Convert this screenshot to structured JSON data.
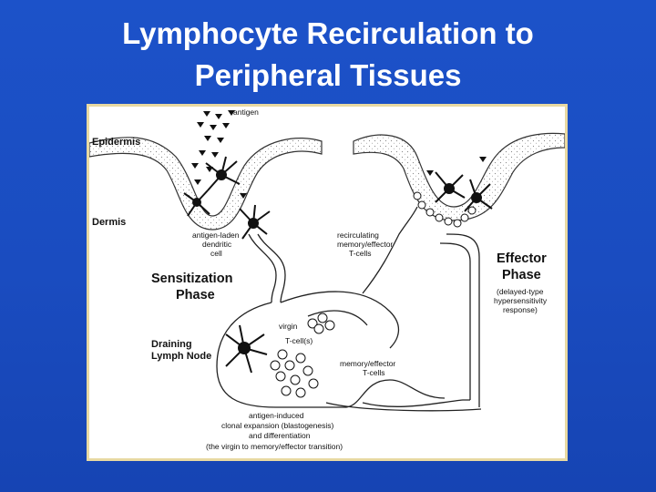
{
  "slide": {
    "title_line1": "Lymphocyte Recirculation to",
    "title_line2": "Peripheral Tissues"
  },
  "diagram": {
    "antigen": "antigen",
    "epidermis": "Epidermis",
    "dermis": "Dermis",
    "dendritic_line1": "antigen-laden",
    "dendritic_line2": "dendritic",
    "dendritic_line3": "cell",
    "sensitization_line1": "Sensitization",
    "sensitization_line2": "Phase",
    "draining_line1": "Draining",
    "draining_line2": "Lymph Node",
    "recirc_line1": "recirculating",
    "recirc_line2": "memory/effector",
    "recirc_line3": "T-cells",
    "effector_line1": "Effector",
    "effector_line2": "Phase",
    "dth_line1": "(delayed-type",
    "dth_line2": "hypersensitivity",
    "dth_line3": "response)",
    "virgin_line1": "virgin",
    "virgin_line2": "T-cell(s)",
    "memory_line1": "memory/effector",
    "memory_line2": "T-cells",
    "expansion_line1": "antigen-induced",
    "expansion_line2": "clonal expansion (blastogenesis)",
    "expansion_line3": "and differentiation",
    "expansion_line4": "(the virgin to memory/effector transition)"
  }
}
